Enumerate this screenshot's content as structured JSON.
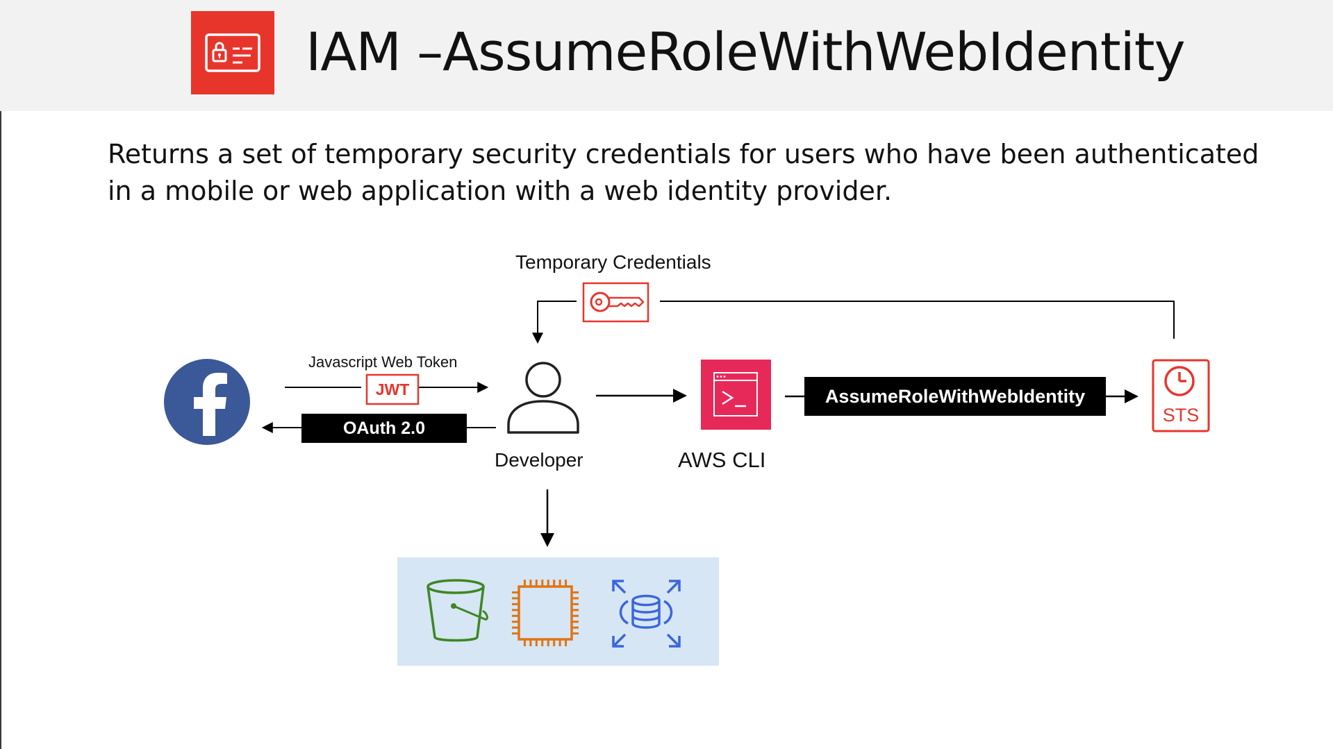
{
  "header": {
    "title": "IAM –AssumeRoleWithWebIdentity",
    "icon": "iam-identity-card-icon",
    "accent_color": "#E8352C"
  },
  "description": {
    "line1": "Returns a set of temporary security credentials for users who have been authenticated",
    "line2": "in a mobile or web application with a web identity provider."
  },
  "diagram": {
    "temporary_credentials_label": "Temporary Credentials",
    "javascript_web_token_label": "Javascript Web Token",
    "jwt_badge": "JWT",
    "oauth_label": "OAuth 2.0",
    "developer_label": "Developer",
    "aws_cli_label": "AWS CLI",
    "assume_role_label": "AssumeRoleWithWebIdentity",
    "sts_label": "STS",
    "icons": {
      "identity_provider": "facebook-icon",
      "credentials": "key-icon",
      "developer": "user-icon",
      "cli": "terminal-icon",
      "sts": "sts-clock-icon",
      "services": [
        "s3-bucket-icon",
        "ec2-chip-icon",
        "rds-database-icon"
      ]
    },
    "colors": {
      "facebook": "#3B5998",
      "red": "#E8352C",
      "cli_pink": "#E7295A",
      "s3_green": "#3F8624",
      "ec2_orange": "#E07414",
      "rds_blue": "#3B66DD",
      "panel_bg": "#D6E6F4"
    }
  }
}
